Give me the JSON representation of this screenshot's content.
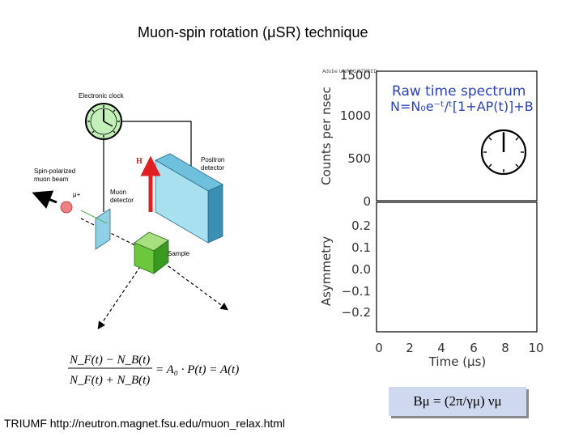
{
  "title": "Muon-spin rotation (μSR) technique",
  "credit": "TRIUMF http://neutron.magnet.fsu.edu/muon_relax.html",
  "larmor_formula": "Bμ = (2π/γμ) νμ",
  "diagram": {
    "clock_label": "Electronic clock",
    "field_label": "H",
    "positron_label_1": "Positron",
    "positron_label_2": "detector",
    "beam_label_1": "Spin-polarized",
    "beam_label_2": "muon beam",
    "muon_symbol": "μ+",
    "muon_det_label_1": "Muon",
    "muon_det_label_2": "detector",
    "sample_label": "Sample"
  },
  "asymmetry_formula": {
    "lhs_num": "N_F(t) − N_B(t)",
    "lhs_den": "N_F(t) + N_B(t)",
    "rhs": "= A₀ · P(t) = A(t)"
  },
  "plot": {
    "watermark": "Adobe UNREGISTERED",
    "upper_title": "Raw time spectrum",
    "upper_formula": "N=N₀e⁻ᵗ/ᵗ[1+AP(t)]+B",
    "upper_ylabel": "Counts per nsec",
    "upper_yticks": [
      "1500",
      "1000",
      "500",
      "0"
    ],
    "lower_ylabel": "Asymmetry",
    "lower_yticks": [
      "0.2",
      "0.1",
      "0.0",
      "−0.1",
      "−0.2"
    ],
    "xticks": [
      "0",
      "2",
      "4",
      "6",
      "8",
      "10"
    ],
    "xlabel": "Time (μs)",
    "title_color": "#2c44b8"
  }
}
